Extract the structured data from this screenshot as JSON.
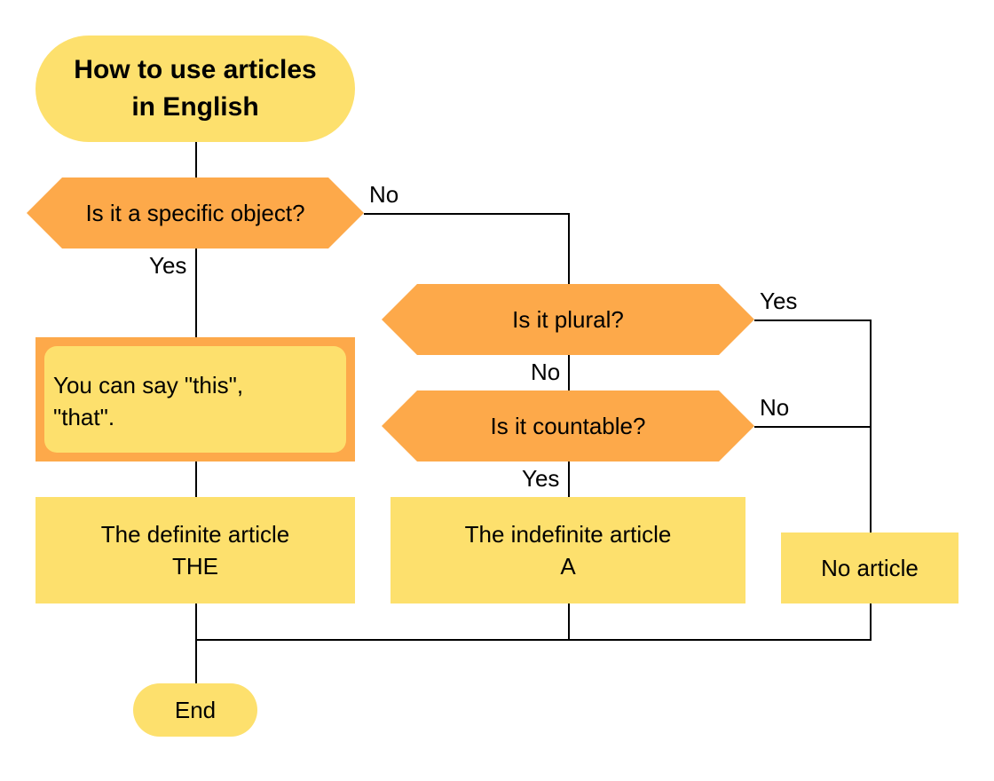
{
  "start": {
    "line1": "How to use articles",
    "line2": "in English"
  },
  "decisions": {
    "specific": "Is it a specific object?",
    "plural": "Is it plural?",
    "countable": "Is it countable?"
  },
  "note": {
    "line1": "You can say \"this\",",
    "line2": "\"that\"."
  },
  "results": {
    "definite": {
      "line1": "The definite article",
      "line2": "THE"
    },
    "indefinite": {
      "line1": "The indefinite article",
      "line2": "A"
    },
    "none": "No article"
  },
  "end": "End",
  "edge_labels": {
    "specific_no": "No",
    "specific_yes": "Yes",
    "plural_yes": "Yes",
    "plural_no": "No",
    "countable_no": "No",
    "countable_yes": "Yes"
  },
  "colors": {
    "terminal_fill": "#fde06d",
    "decision_fill": "#fda94a",
    "process_fill": "#fde06d",
    "line": "#000000"
  }
}
